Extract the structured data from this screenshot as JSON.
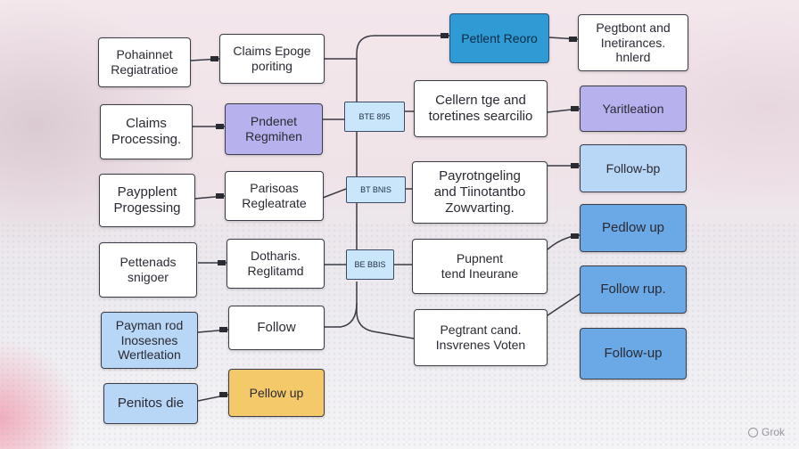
{
  "boxes": {
    "patient_registration_left": "Pohainnet\nRegiatratioe",
    "claims_processing": "Claims\nProcessing.",
    "payment_processing": "Paypplent\nProgessing",
    "pettenads_enigoer": "Pettenads\nsnigoer",
    "payment_insurance_verification": "Payman rod\nInosesnes\nWertleation",
    "penitos_die": "Penitos die",
    "claims_epoge_porting": "Claims Epoge\nporiting",
    "patient_registration_lav": "Pndenet\nRegmihen",
    "patient_registrate": "Parisoas\nRegleatrate",
    "dotharis_registamd": "Dotharis.\nReglitamd",
    "follow": "Follow",
    "pellow_up_amber": "Pellow up",
    "patient_reoro": "Petlent Reoro",
    "claim_tge_search": "Cellern tge and\ntoretines searcilio",
    "payment_tinotantbo": "Payrotngeling\nand Tiinotantbo\nZowvarting.",
    "payment_insurance": "Pupnent\ntend Ineurane",
    "registrant_insurance": "Pegtrant cand.\nInsvrenes Voten",
    "pagtbont_insurances": "Pegtbont and\nInetirances.\nhnlerd",
    "yaritleation": "Yaritleation",
    "follow_up_1": "Follow-bp",
    "follow_up_2": "Pedlow up",
    "follow_up_3": "Follow rup.",
    "follow_up_4": "Follow-up"
  },
  "tags": {
    "tag_1": "BTE 895",
    "tag_2": "BT BNIS",
    "tag_3": "BE BBIS"
  },
  "watermark": "Grok",
  "colors": {
    "accent_blue": "#2f9bd4",
    "lavender": "#b7b2ee",
    "light_blue": "#b8d6f5",
    "mid_blue": "#6aa8e6",
    "amber": "#f3c969"
  }
}
